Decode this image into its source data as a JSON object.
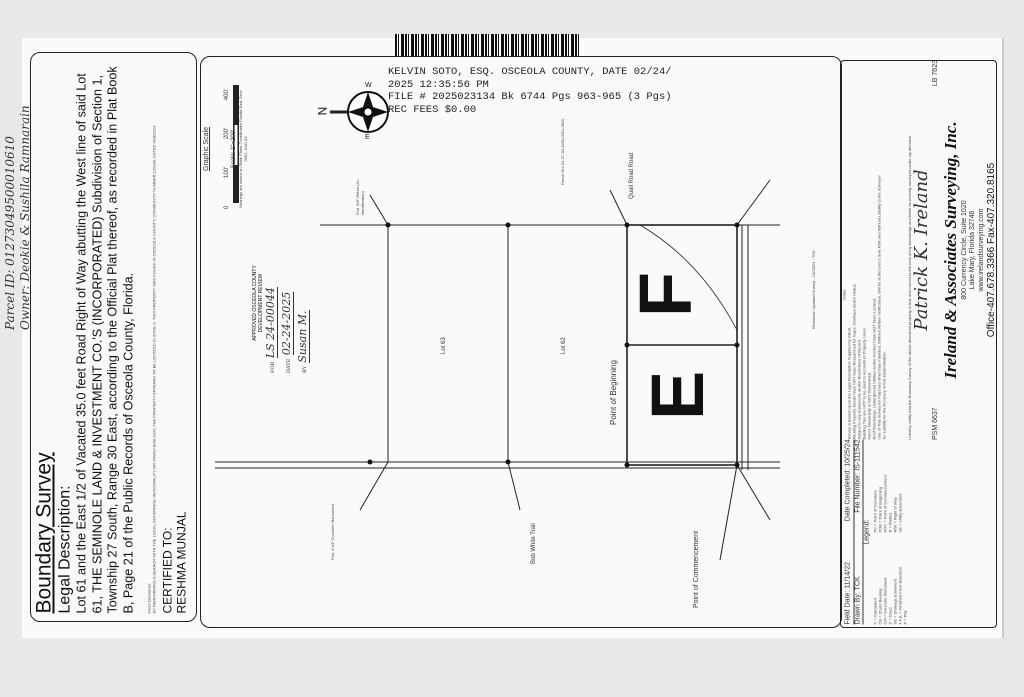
{
  "handwritten_header": {
    "parcel_id": "Parcel ID: 01273049500010610",
    "owner": "Owner: Deokie & Sushila Ramnarain"
  },
  "recording_stamp": {
    "line1": "KELVIN SOTO, ESQ. OSCEOLA COUNTY, DATE 02/24/",
    "line2": "2025 12:35:56 PM",
    "line3": "FILE # 2025023134 Bk 6744 Pgs 963-965 (3 Pgs)",
    "line4": "REC FEES $0.00"
  },
  "left_panel": {
    "title": "Boundary Survey",
    "legal_heading": "Legal Description:",
    "legal_text": "Lot 61 and the East 1/2 of Vacated 35.0 feet Road Right of Way abutting the West line of said Lot 61, THE SEMINOLE LAND & INVESTMENT CO.'S (INCORPORATED) Subdivision of Section 1, Township 27 South, Range 30 East, according to the Official Plat thereof, as recorded in Plat Book B, Page 21 of the Public Records of Osceola County, Florida.",
    "flood_heading": "Flood Disclaimer:",
    "flood_text": "BY PERFORMING A SEARCH WITH THE LOCAL GOVERNING MUNICIPALITY OR WWW.FEMA.GOV, THE PROPERTY APPEARS TO BE LOCATED IN ZONE X. THIS PROPERTY WAS FOUND IN OSCEOLA COUNTY, COMMUNITY NUMBER 120189, DATED 6/18/2013.",
    "certified_label": "CERTIFIED TO:",
    "certified_name": "RESHMA MUNJAL"
  },
  "drawing": {
    "graphic_scale": {
      "title": "Graphic Scale",
      "scale": "Scale: 1\"=200'",
      "ticks": [
        "0",
        "100'",
        "200'",
        "400'"
      ],
      "bearing_note": "Bearings are based on State Plane Coordinates Florida East Zone 0901, NAD 83"
    },
    "north_label": "N",
    "compass_labels": [
      "W",
      "E"
    ],
    "approval": {
      "heading": "APPROVED OSCEOLA COUNTY DEVELOPMENT REVIEW",
      "for_label": "FOR",
      "for_value": "LS 24-00044",
      "date_label": "DATE",
      "date_value": "02-24-2025",
      "by_label": "BY",
      "by_value": "Susan M."
    },
    "labels": {
      "lot_61_parcel_f": "F",
      "lot_61_parcel_e": "E",
      "point_of_beginning": "Point of Beginning",
      "point_of_commencement": "Point of Commencement",
      "quail_road": "Quail Road Road",
      "bob_white_trail": "Bob White Trail",
      "lot_62": "Lot 62",
      "lot_63": "Lot 63",
      "parcel_id_north": "Parcel ID# 01-27-30-4950-0001-0620",
      "found_rebar": "Fnd. 5/8\" Rebar (No Identification)",
      "found_monument": "Fnd. 4\"x4\" Concrete Monument",
      "revisions": "Revisions: Updated Survey - 10/25/24 - TCK"
    }
  },
  "right_panel": {
    "field_date": "Field Date: 11/14/22",
    "date_completed": "Date Completed: 10/25/24",
    "drawn_by": "Drawn By: TCK",
    "file_number": "File Number: IS-111542",
    "legend_heading": "Legend:",
    "legend_items": [
      "C = Calculated",
      "CB = Chord Bearing",
      "CM = Concrete Monument",
      "D = Deed",
      "DE = Drainage Easement",
      "F.F.E. = Finished Floor Elevation",
      "P = Plat",
      "PC = Point of Curvature",
      "POB = Point of Beginning",
      "POC = Point of Commencement",
      "R = Radius",
      "R/W = Right of Way",
      "UE = Utility Easement"
    ],
    "notes_heading": "Notes:",
    "notes": [
      "Survey is Based Upon the Legal Description Supplied by Client.",
      "Abutting Property Deeds have NOT been Researched for Gaps, Overlaps and/or Hiatus.",
      "Subject to any Easements and/or Restrictions of Record.",
      "Building Ties are NOT to be used to reconstruct Property Lines.",
      "Fence Ownership is NOT Determined.",
      "Roof Overhangs, Underground Utilities and/or Footers have NOT been Located.",
      "Use of This Survey for Purposes other than Intended, Without Written Verification, Will be at the User's Sole Risk and Without Liability to the Surveyor.",
      "No Liability for the Accuracy of this Determination."
    ],
    "certification_text": "I hereby certify that the Boundary Survey of the above described property is true and correct to the best of my knowledge and belief as recently surveyed under my direction.",
    "surveyor_name": "Patrick K. Ireland",
    "surveyor_license": "PSM 6637",
    "lb_number": "LB 7623",
    "company_name": "Ireland & Associates Surveying, Inc.",
    "address_line1": "800 Currency Circle, Suite 1020",
    "address_line2": "Lake Mary, Florida 32746",
    "website": "www.irelandsurveying.com",
    "phone": "Office-407.678.3366   Fax-407.320.8165"
  }
}
